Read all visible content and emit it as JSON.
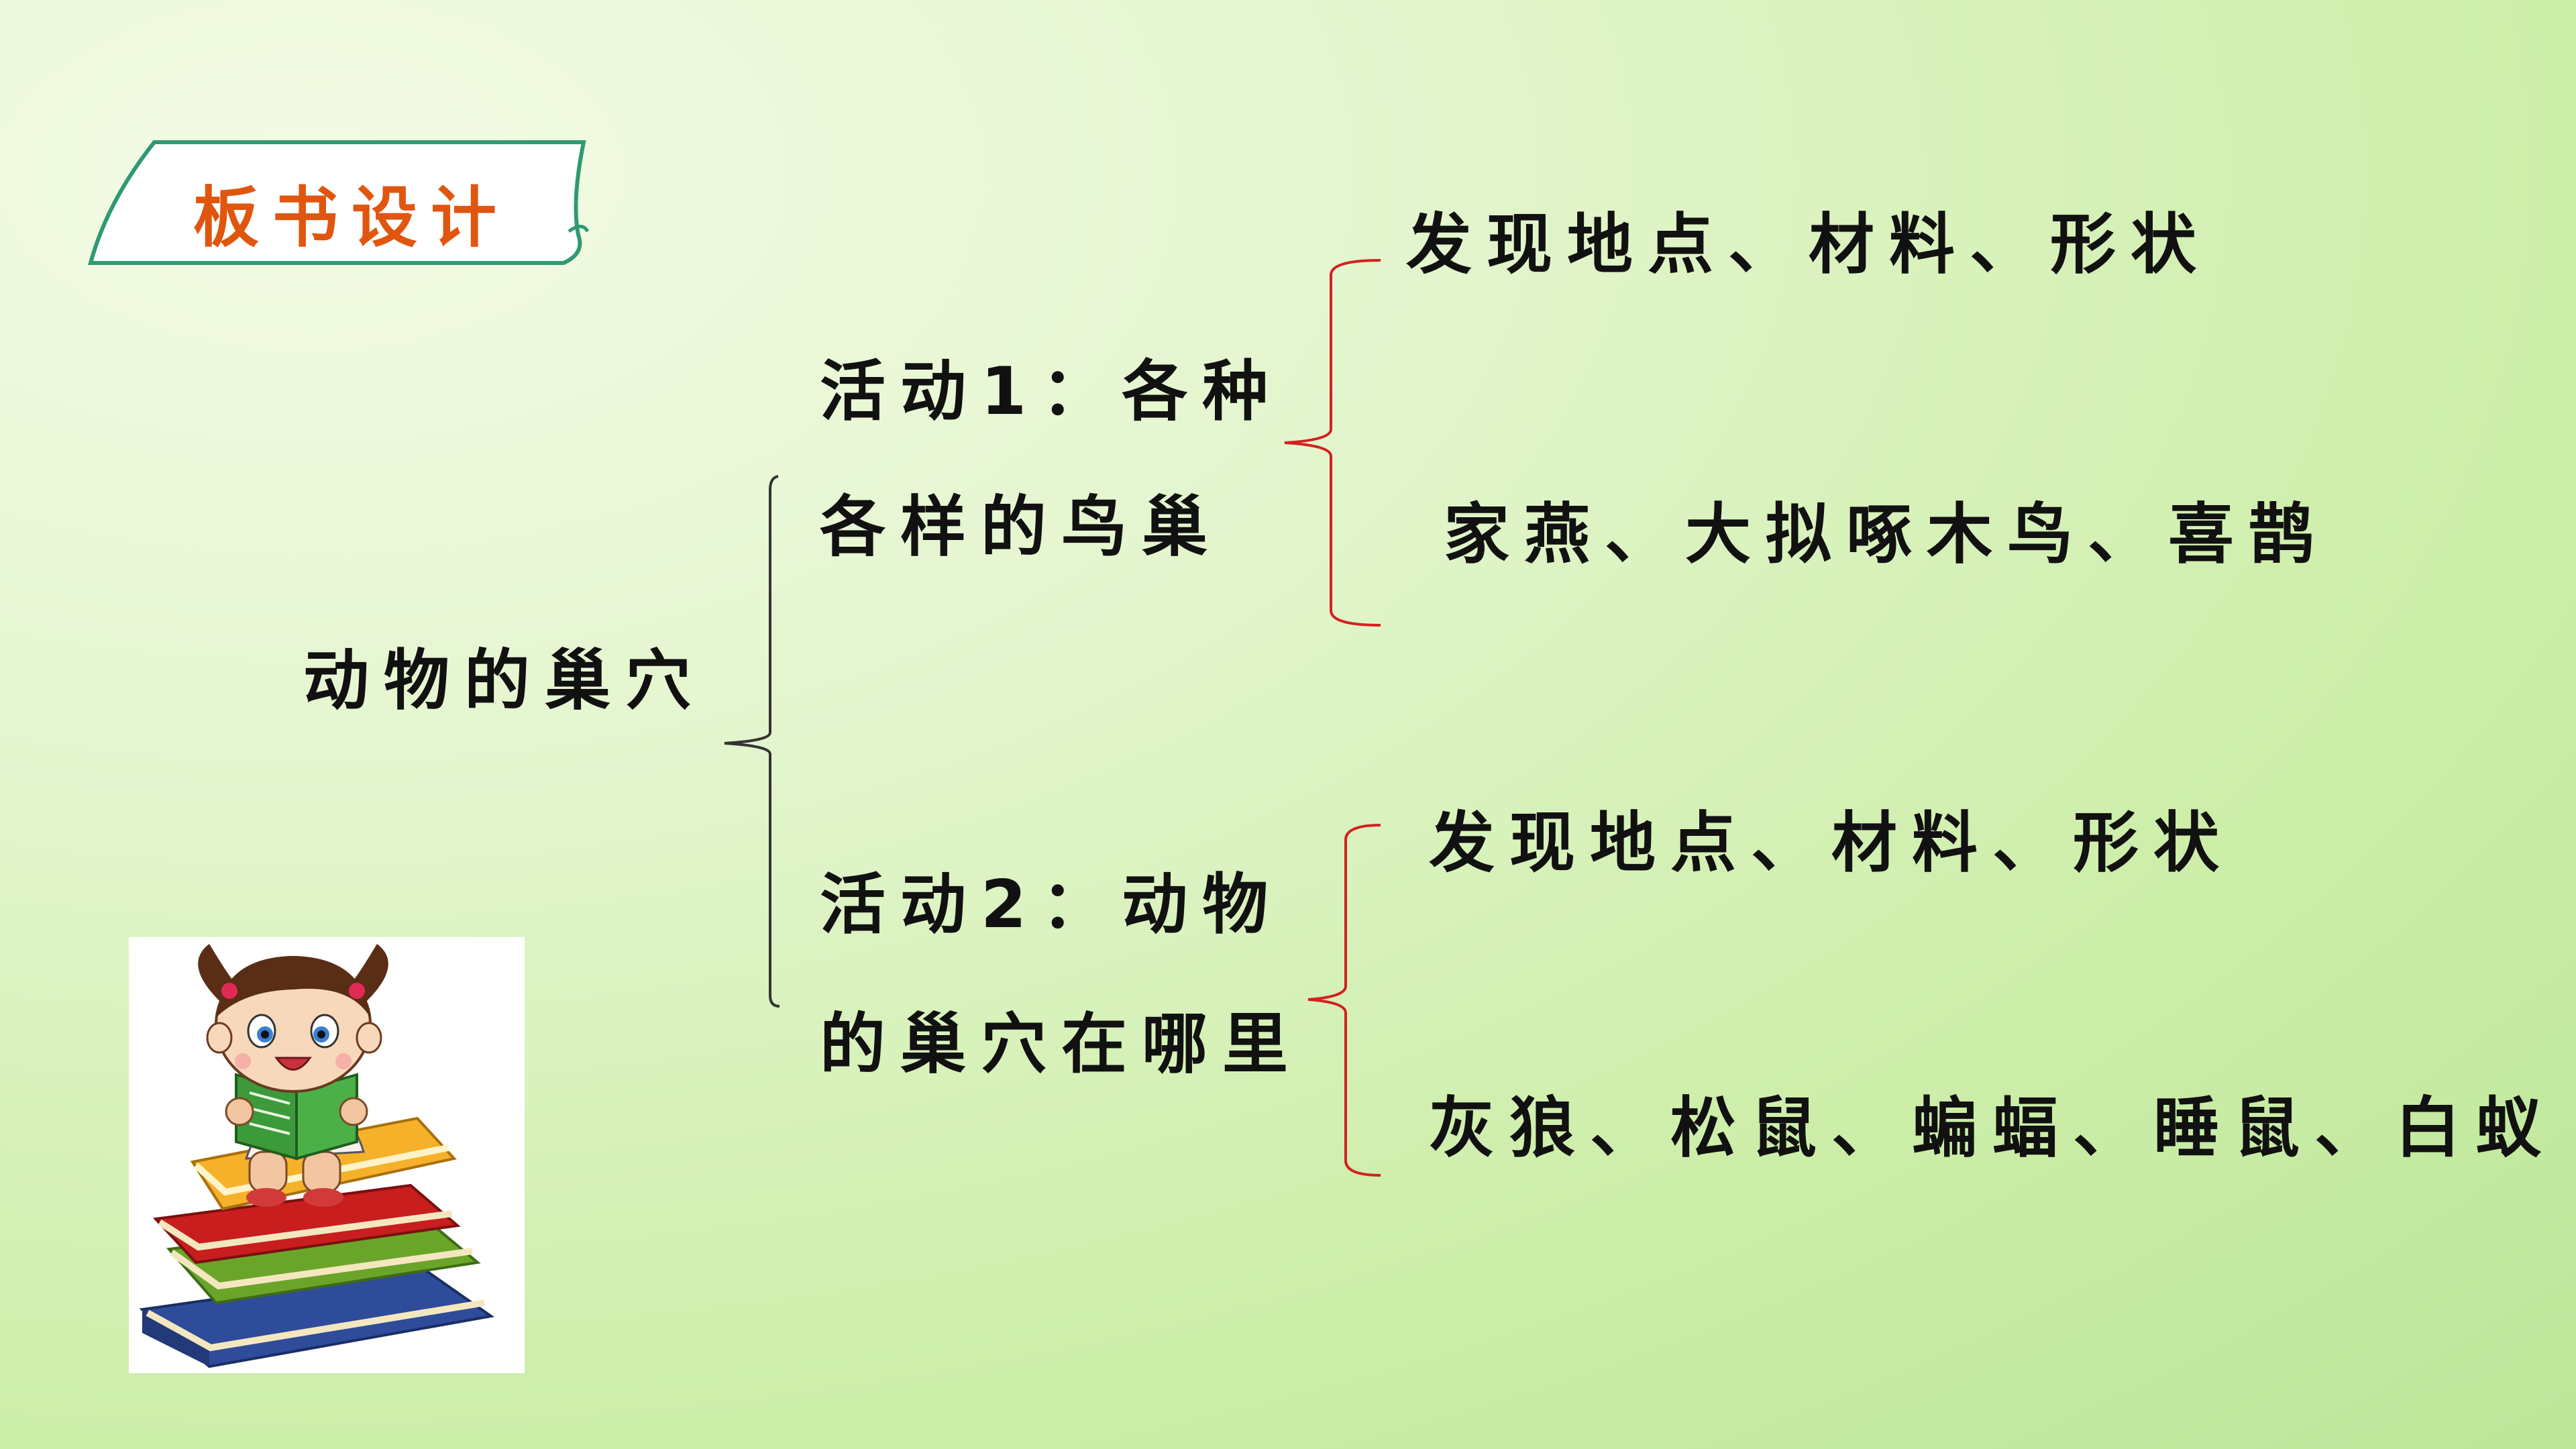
{
  "tag": {
    "label": "板书设计"
  },
  "root": {
    "label": "动物的巢穴"
  },
  "activities": [
    {
      "line1": "活动1：各种",
      "line2": "各样的鸟巢",
      "items": [
        "发现地点、材料、形状",
        "家燕、大拟啄木鸟、喜鹊"
      ]
    },
    {
      "line1": "活动2：动物",
      "line2": "的巢穴在哪里",
      "items": [
        "发现地点、材料、形状",
        "灰狼、松鼠、蝙蝠、睡鼠、白蚁"
      ]
    }
  ],
  "colors": {
    "tag_text": "#e0560f",
    "tag_border": "#2f9a72",
    "bracket_main": "#333333",
    "bracket_sub": "#d42020",
    "text": "#111111"
  },
  "icons": [
    "girl-reading-books-illustration"
  ]
}
